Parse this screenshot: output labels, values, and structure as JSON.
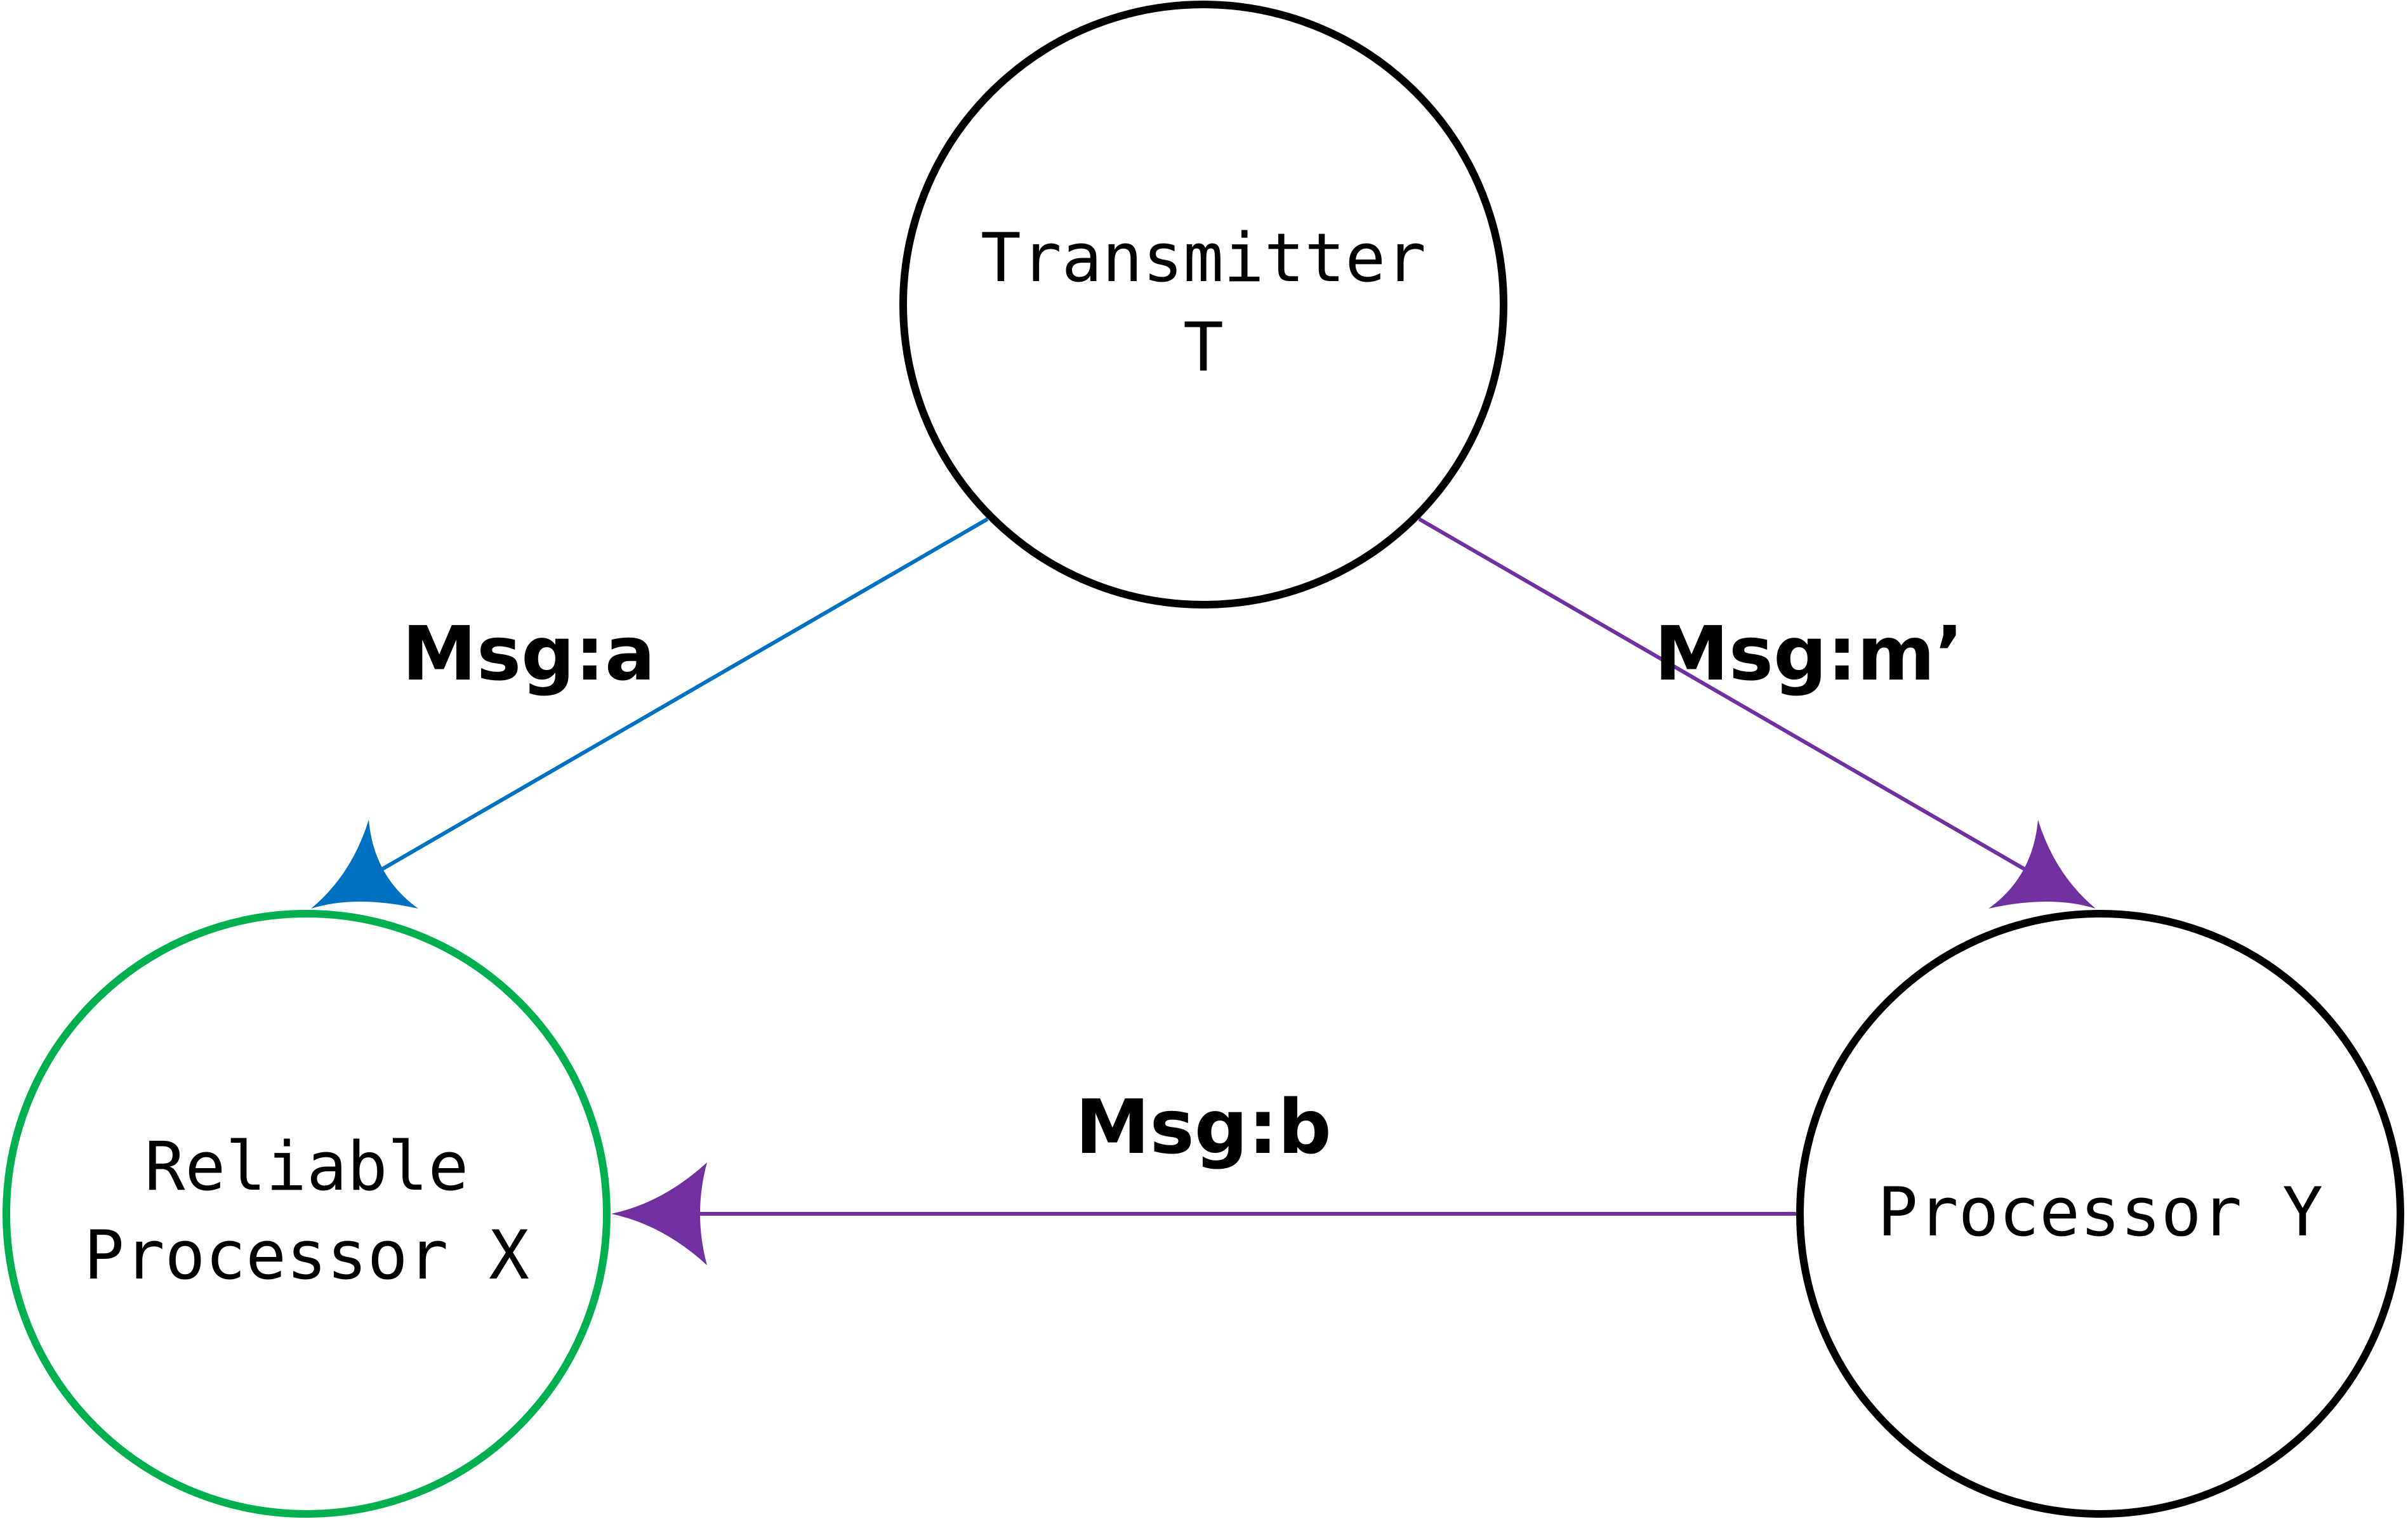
{
  "nodes": {
    "transmitter": {
      "line1": "Transmitter",
      "line2": "T",
      "border_color": "#000000"
    },
    "processor_x": {
      "line1": "Reliable",
      "line2": "Processor X",
      "border_color": "#00b050"
    },
    "processor_y": {
      "line1": "Processor Y",
      "border_color": "#000000"
    }
  },
  "edges": {
    "t_to_x": {
      "label": "Msg:a",
      "color": "#0070c0"
    },
    "t_to_y": {
      "label": "Msg:m’",
      "color": "#7030a0"
    },
    "y_to_x": {
      "label": "Msg:b",
      "color": "#7030a0"
    }
  }
}
